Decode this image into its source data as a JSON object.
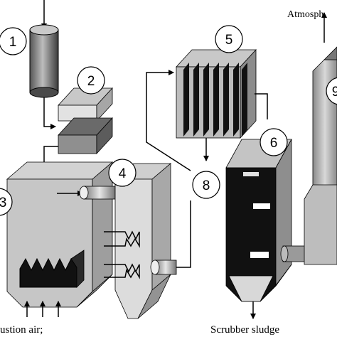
{
  "labels": {
    "atmosphere": "Atmosph",
    "scrubber_sludge": "Scrubber sludge",
    "combustion_air": "ustion air;"
  },
  "markers": [
    "1",
    "2",
    "3",
    "4",
    "5",
    "6",
    "8",
    "9"
  ],
  "colors": {
    "background": "#ffffff",
    "dark_fill": "#111111",
    "light_gray": "#d6d6d6",
    "mid_gray": "#9a9a9a",
    "dark_gray": "#555555"
  }
}
